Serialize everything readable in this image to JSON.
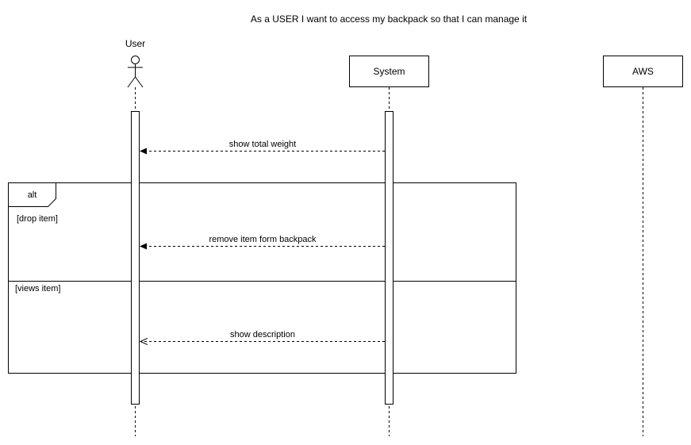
{
  "title": "As a USER I want to access my backpack so that I can manage it",
  "actors": {
    "user": {
      "label": "User"
    },
    "system": {
      "label": "System"
    },
    "aws": {
      "label": "AWS"
    }
  },
  "messages": {
    "total_weight": {
      "label": "show total weight",
      "style": "dashed",
      "arrowhead": "filled"
    },
    "remove_item": {
      "label": "remove item form backpack",
      "style": "dashed",
      "arrowhead": "filled"
    },
    "description": {
      "label": "show description",
      "style": "dashed",
      "arrowhead": "open"
    }
  },
  "alt_fragment": {
    "operator": "alt",
    "guard_1": "[drop item]",
    "guard_2": "[views item]"
  },
  "colors": {
    "stroke": "#000000",
    "background": "#ffffff"
  }
}
